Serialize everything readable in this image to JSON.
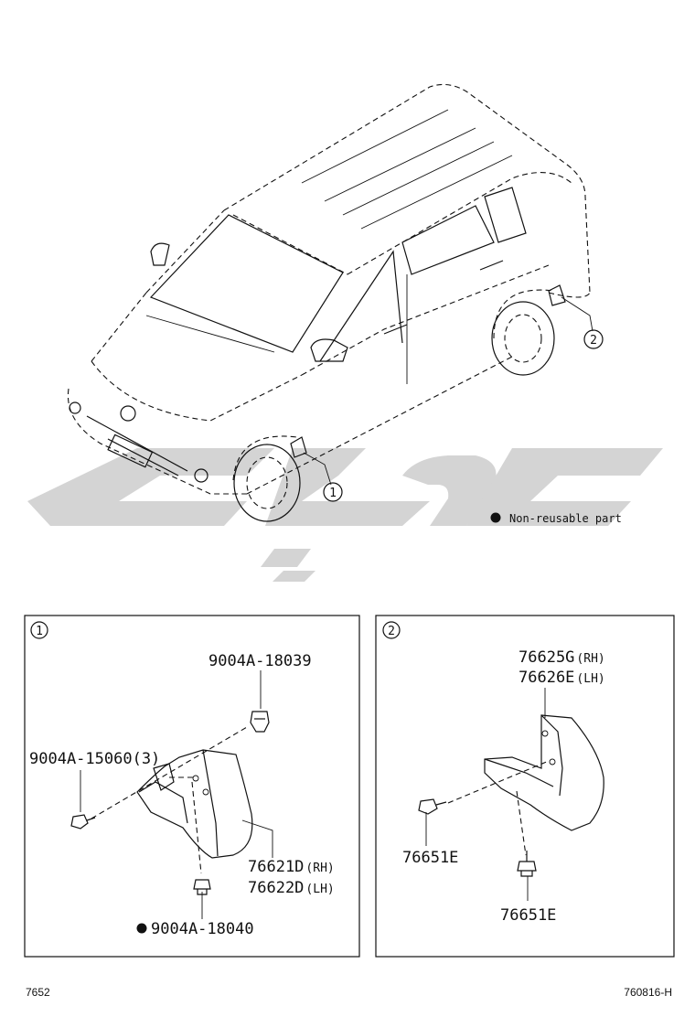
{
  "overview": {
    "callout_1": "1",
    "callout_2": "2",
    "legend_text": "Non-reusable part"
  },
  "watermark": {
    "color": "#d4d4d4"
  },
  "panel_1": {
    "marker": "1",
    "parts": {
      "clip_top": "9004A-18039",
      "screw_left": "9004A-15060(3)",
      "mudguard_rh_number": "76621D",
      "mudguard_rh_suffix": "(RH)",
      "mudguard_lh_number": "76622D",
      "mudguard_lh_suffix": "(LH)",
      "bolt_bottom": "9004A-18040"
    }
  },
  "panel_2": {
    "marker": "2",
    "parts": {
      "mudguard_rh_number": "76625G",
      "mudguard_rh_suffix": "(RH)",
      "mudguard_lh_number": "76626E",
      "mudguard_lh_suffix": "(LH)",
      "screw_left": "76651E",
      "screw_bottom": "76651E"
    }
  },
  "footer": {
    "left_code": "7652",
    "right_code": "760816-H"
  }
}
